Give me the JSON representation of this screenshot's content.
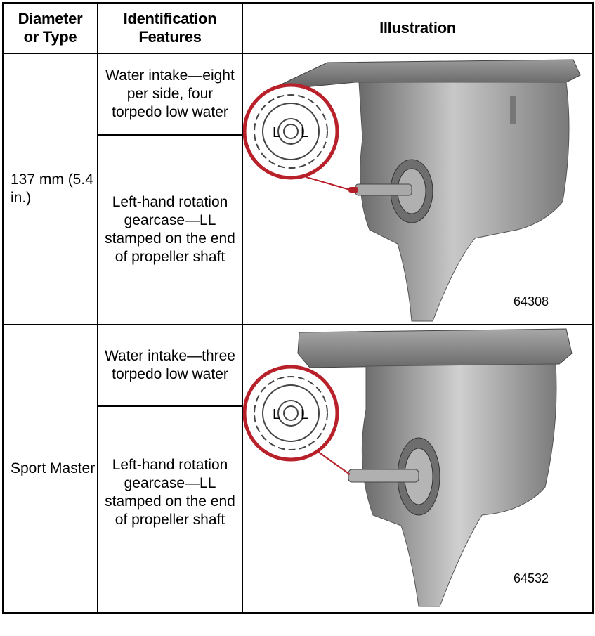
{
  "header": {
    "col1": "Diameter or Type",
    "col2": "Identification Features",
    "col3": "Illustration"
  },
  "rows": [
    {
      "type": "137 mm (5.4 in.)",
      "feature_1": "Water intake—eight per side, four torpedo low water",
      "feature_2": "Left-hand rotation gearcase—LL stamped on the end of propeller shaft",
      "figure_number": "64308",
      "stamp_letters": [
        "L",
        "L"
      ]
    },
    {
      "type": "Sport Master",
      "feature_1": "Water intake—three torpedo low water",
      "feature_2": "Left-hand rotation gearcase—LL stamped on the end of propeller shaft",
      "figure_number": "64532",
      "stamp_letters": [
        "L",
        "L"
      ]
    }
  ],
  "colors": {
    "callout_ring": "#b8202a",
    "gearcase_gray": "#8a8a8a"
  }
}
